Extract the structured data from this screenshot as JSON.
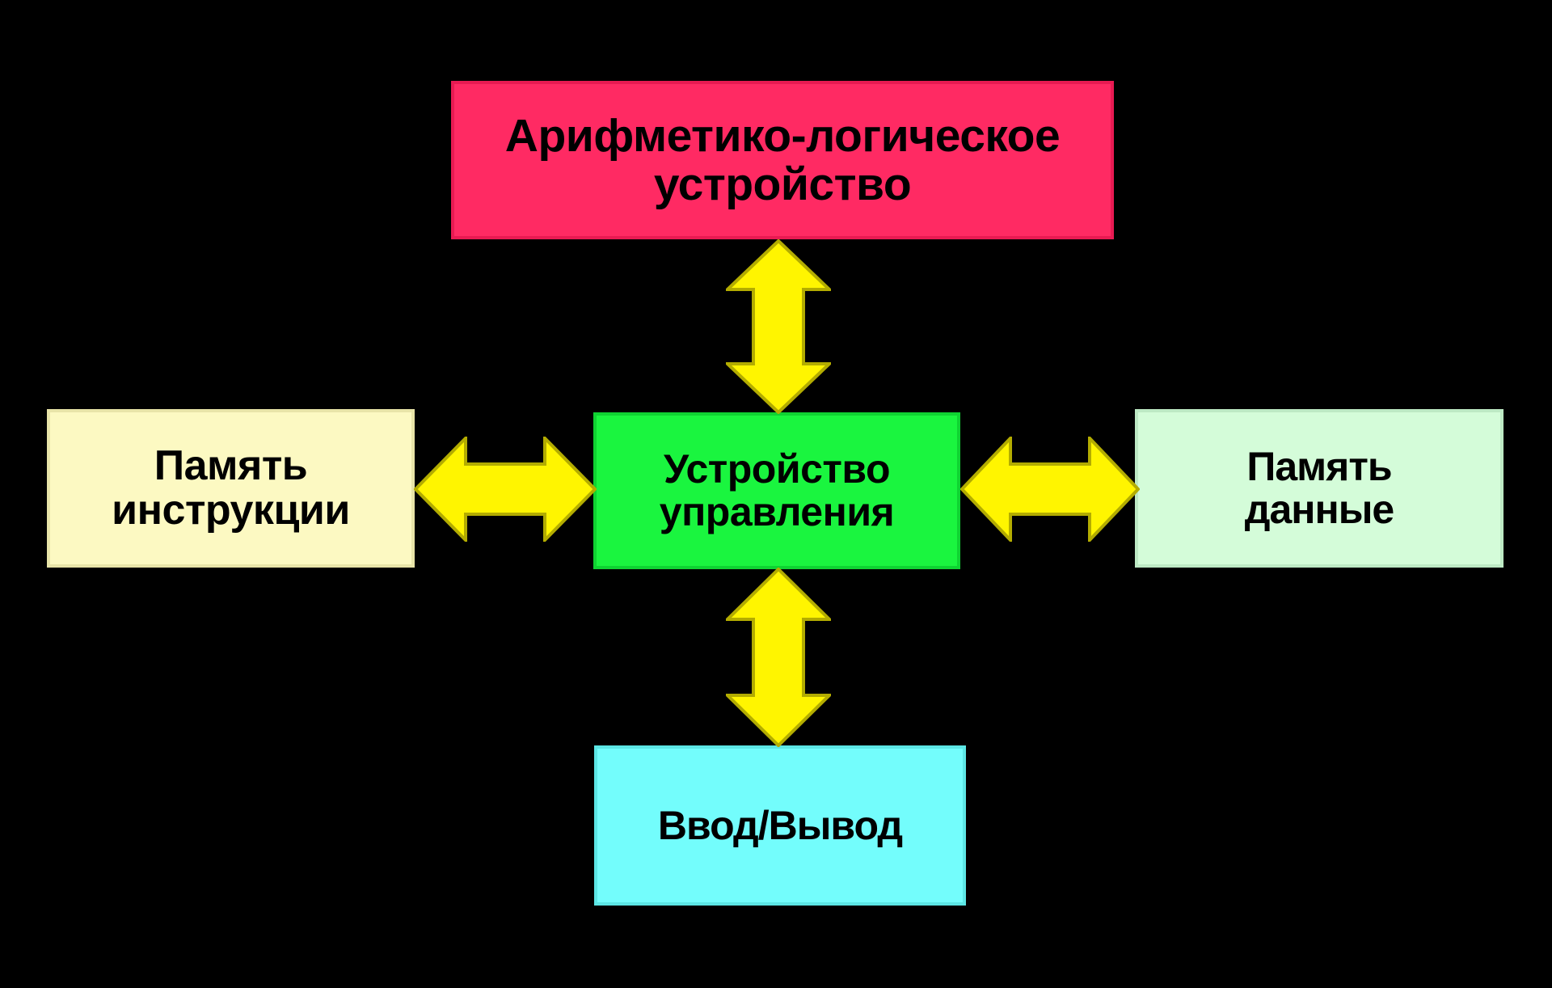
{
  "diagram": {
    "title": "Von Neumann / Harvard architecture block diagram",
    "background_color": "#000000",
    "arrow_color": "#FFF500",
    "arrow_edge_color": "#B3AC00",
    "nodes": [
      {
        "id": "alu",
        "label": "Арифметико-логическое\nустройство",
        "fill": "#FF2A63",
        "border": "#E81A52",
        "text_color": "#000000"
      },
      {
        "id": "control",
        "label": "Устройство\nуправления",
        "fill": "#1AF53F",
        "border": "#0FD332",
        "text_color": "#000000"
      },
      {
        "id": "instruction-memory",
        "label": "Память\nинструкции",
        "fill": "#FCF9C2",
        "border": "#E8E4A8",
        "text_color": "#000000"
      },
      {
        "id": "data-memory",
        "label": "Память\nданные",
        "fill": "#D4FCD9",
        "border": "#BDE9C4",
        "text_color": "#000000"
      },
      {
        "id": "io",
        "label": "Ввод/Вывод",
        "fill": "#73FDFC",
        "border": "#5CE6E5",
        "text_color": "#000000"
      }
    ],
    "connectors": [
      {
        "id": "alu-control",
        "from": "alu",
        "to": "control",
        "style": "double-headed",
        "orientation": "vertical"
      },
      {
        "id": "control-io",
        "from": "control",
        "to": "io",
        "style": "double-headed",
        "orientation": "vertical"
      },
      {
        "id": "instr-control",
        "from": "instruction-memory",
        "to": "control",
        "style": "double-headed",
        "orientation": "horizontal"
      },
      {
        "id": "control-data",
        "from": "control",
        "to": "data-memory",
        "style": "double-headed",
        "orientation": "horizontal"
      }
    ]
  }
}
